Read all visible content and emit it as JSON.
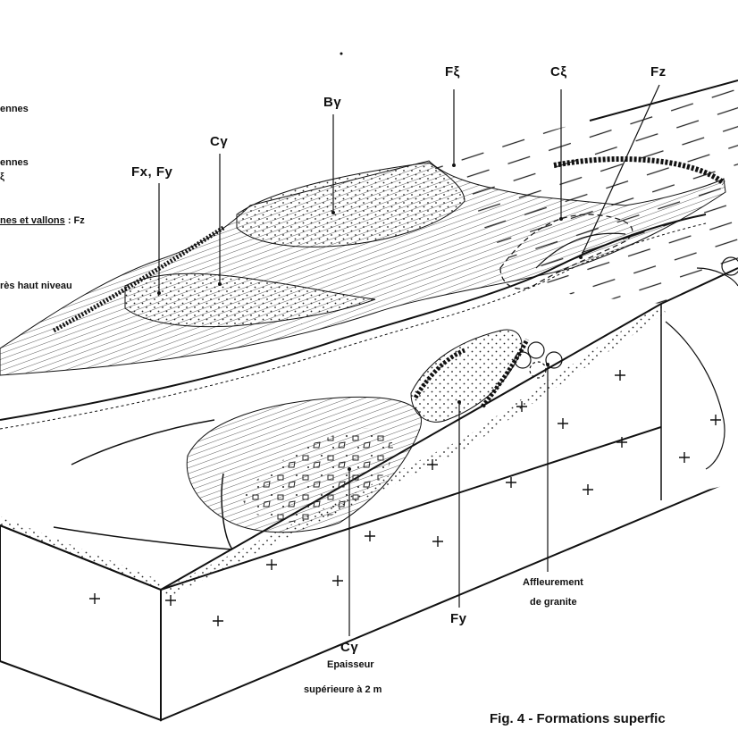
{
  "legend": {
    "line1": "ennes",
    "line2": "ennes",
    "line3": "ξ",
    "line4_underlined": "nes et vallons",
    "line4_rest": " : Fz",
    "line5": "rès haut niveau"
  },
  "labels": {
    "F_xi": "Fξ",
    "C_xi": "Cξ",
    "Fz": "Fz",
    "B_gamma": "Bγ",
    "C_gamma_top": "Cγ",
    "Fx_Fy": "Fx, Fy",
    "C_gamma_bottom": "Cγ",
    "epaisseur_1": "Epaisseur",
    "epaisseur_2": "supérieure à 2 m",
    "Fy": "Fy",
    "affleurement_1": "Affleurement",
    "affleurement_2": "de granite"
  },
  "caption": "Fig. 4 - Formations superfic"
}
